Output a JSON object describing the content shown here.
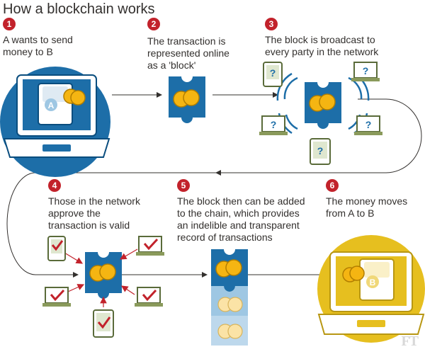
{
  "title": "How a blockchain works",
  "steps": [
    {
      "num": "1",
      "text": "A wants to send\nmoney to B"
    },
    {
      "num": "2",
      "text": "The transaction is\nrepresented online\nas a 'block'"
    },
    {
      "num": "3",
      "text": "The block is broadcast to\nevery party in the network"
    },
    {
      "num": "4",
      "text": "Those in the network\napprove the\ntransaction is valid"
    },
    {
      "num": "5",
      "text": "The block then can be added\nto the chain, which provides\nan indelible and transparent\nrecord of transactions"
    },
    {
      "num": "6",
      "text": "The money moves\nfrom A to B"
    }
  ],
  "labels": {
    "sender": "A",
    "receiver": "B",
    "unknown_mark": "?"
  },
  "logo": "FT",
  "colors": {
    "accent_red": "#c2222b",
    "blue": "#1d6ea8",
    "dark_blue": "#0a4d7e",
    "light_blue": "#9ec7e3",
    "gold": "#f5b512",
    "yellow": "#e6bf1f",
    "device_green": "#8a9a5b",
    "text": "#33302e"
  },
  "icons": [
    "laptop-icon",
    "wallet-icon",
    "coin-icon",
    "block-puzzle-icon",
    "tablet-icon",
    "signal-wave-icon",
    "check-mark-icon",
    "question-mark-icon",
    "arrow-icon"
  ]
}
